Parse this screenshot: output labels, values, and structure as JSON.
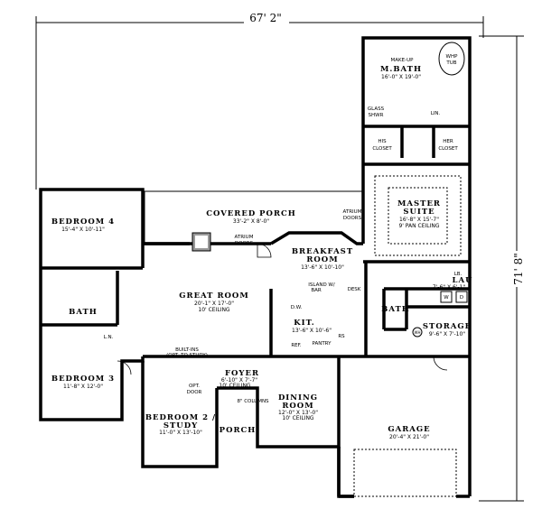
{
  "dimensions": {
    "width": "67' 2\"",
    "depth": "71' 8\""
  },
  "rooms": {
    "master_bath": {
      "name": "M.BATH",
      "size": "16'-0\" X 19'-0\""
    },
    "make_up": "MAKE-UP",
    "whp_tub_1": "WHP",
    "whp_tub_2": "TUB",
    "glass_shwr_1": "GLASS",
    "glass_shwr_2": "SHWR",
    "lin_master": "LIN.",
    "his_closet_1": "HIS",
    "his_closet_2": "CLOSET",
    "her_closet_1": "HER",
    "her_closet_2": "CLOSET",
    "master_suite": {
      "name1": "MASTER",
      "name2": "SUITE",
      "size": "16'-8\" X 15'-7\"",
      "ceiling": "9' PAN CEILING"
    },
    "covered_porch": {
      "name": "COVERED PORCH",
      "size": "33'-2\" X 8'-0\""
    },
    "atrium_doors_1": {
      "l1": "ATRIUM",
      "l2": "DOORS"
    },
    "atrium_doors_2": {
      "l1": "ATRIUM",
      "l2": "DOORS"
    },
    "breakfast": {
      "name1": "BREAKFAST",
      "name2": "ROOM",
      "size": "13'-6\" X 10'-10\""
    },
    "great_room": {
      "name": "GREAT ROOM",
      "size": "20'-1\" X 17'-0\"",
      "ceiling": "10' CEILING"
    },
    "island": {
      "l1": "ISLAND W/",
      "l2": "BAR"
    },
    "desk": "DESK",
    "dw": "D.W.",
    "kitchen": {
      "name": "KIT.",
      "size": "13'-6\" X 10'-6\""
    },
    "rs": "RS",
    "ref": "REF.",
    "pantry": "PANTRY",
    "built_ins": {
      "l1": "BUILT-INS",
      "l2": "(OPT. TO STUDY)"
    },
    "bedroom4": {
      "name": "BEDROOM 4",
      "size": "15'-4\" X 10'-11\""
    },
    "bath_left": "BATH",
    "lin_left": "L.N.",
    "bedroom3": {
      "name": "BEDROOM 3",
      "size": "11'-8\" X 12'-0\""
    },
    "opt_door": {
      "l1": "OPT.",
      "l2": "DOOR"
    },
    "bedroom2": {
      "name1": "BEDROOM 2 /",
      "name2": "STUDY",
      "size": "11'-0\" X 13'-10\""
    },
    "foyer": {
      "name": "FOYER",
      "size": "6'-10\" X 7'-7\"",
      "ceiling": "10' CEILING"
    },
    "columns": "8\" COLUMNS",
    "porch": "PORCH",
    "dining": {
      "name1": "DINING",
      "name2": "ROOM",
      "size": "12'-0\" X 13'-0\"",
      "ceiling": "10' CEILING"
    },
    "garage": {
      "name": "GARAGE",
      "size": "20'-4\" X 21'-0\""
    },
    "laundry": {
      "name": "LAU",
      "lb": "LB.",
      "size": "7'-6\" X 6'-1\"",
      "w": "W",
      "d": "D"
    },
    "bath_right": "BATH",
    "storage": {
      "name": "STORAGE",
      "size": "9'-6\" X 7'-10\"",
      "wh": "WH"
    }
  }
}
